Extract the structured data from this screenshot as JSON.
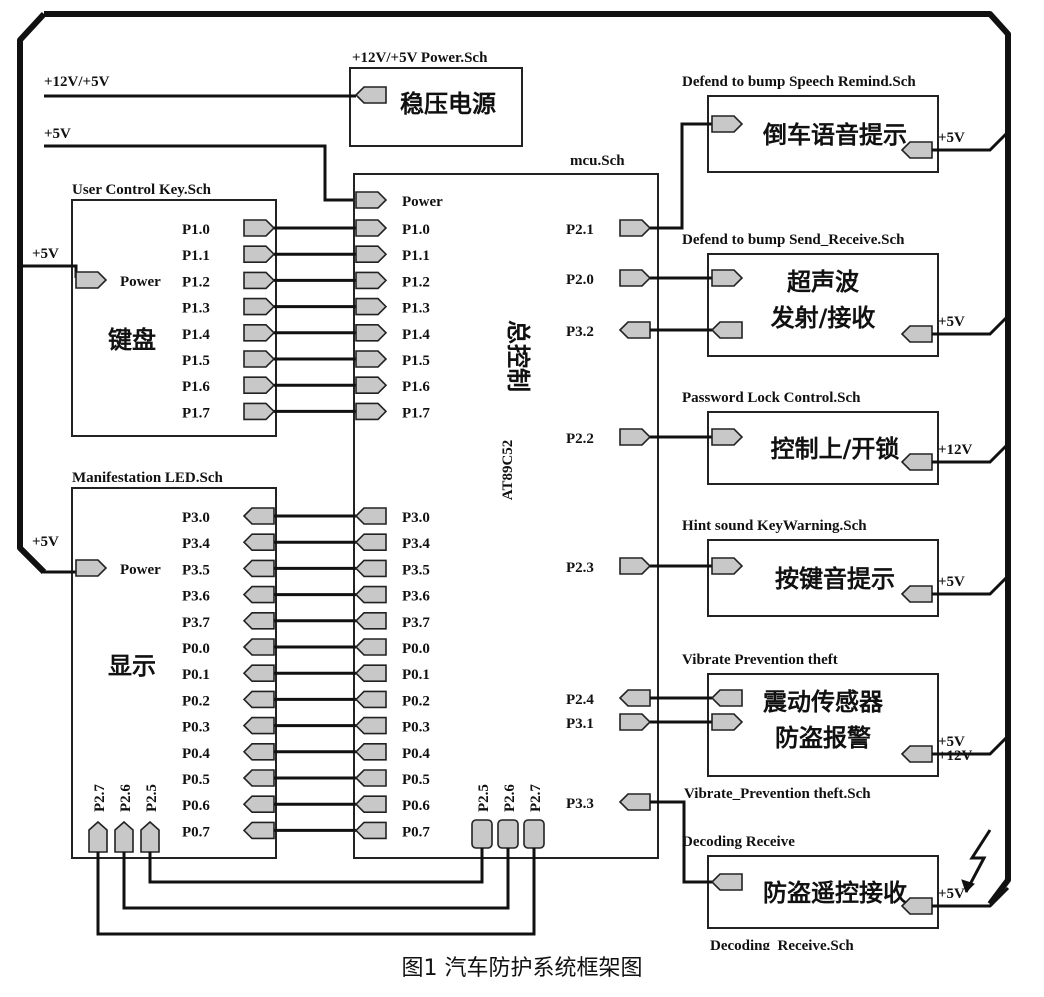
{
  "caption": "图1 汽车防护系统框架图",
  "rails": {
    "v12_5": "+12V/+5V",
    "v5_top": "+5V",
    "v5_keyboard": "+5V",
    "v5_led": "+5V"
  },
  "power_block": {
    "header": "+12V/+5V  Power.Sch",
    "title": "稳压电源"
  },
  "mcu": {
    "header": "mcu.Sch",
    "power_label": "Power",
    "title_cn": "总控制",
    "chip": "AT89C52",
    "left_in": [
      "P1.0",
      "P1.1",
      "P1.2",
      "P1.3",
      "P1.4",
      "P1.5",
      "P1.6",
      "P1.7"
    ],
    "left_out": [
      "P3.0",
      "P3.4",
      "P3.5",
      "P3.6",
      "P3.7",
      "P0.0",
      "P0.1",
      "P0.2",
      "P0.3",
      "P0.4",
      "P0.5",
      "P0.6",
      "P0.7"
    ],
    "bottom": [
      "P2.5",
      "P2.6",
      "P2.7"
    ],
    "right": [
      "P2.1",
      "P2.0",
      "P3.2",
      "P2.2",
      "P2.3",
      "P2.4",
      "P3.1",
      "P3.3"
    ]
  },
  "keyboard": {
    "header": "User Control   Key.Sch",
    "power_label": "Power",
    "title": "键盘",
    "pins": [
      "P1.0",
      "P1.1",
      "P1.2",
      "P1.3",
      "P1.4",
      "P1.5",
      "P1.6",
      "P1.7"
    ]
  },
  "led": {
    "header": "Manifestation  LED.Sch",
    "power_label": "Power",
    "title": "显示",
    "pins": [
      "P3.0",
      "P3.4",
      "P3.5",
      "P3.6",
      "P3.7",
      "P0.0",
      "P0.1",
      "P0.2",
      "P0.3",
      "P0.4",
      "P0.5",
      "P0.6",
      "P0.7"
    ],
    "bottom": [
      "P2.7",
      "P2.6",
      "P2.5"
    ]
  },
  "modules": [
    {
      "header": "Defend to bump   Speech Remind.Sch",
      "title": "倒车语音提示",
      "power": "+5V"
    },
    {
      "header": "Defend to bump   Send_Receive.Sch",
      "title": "超声波",
      "title2": "发射/接收",
      "power": "+5V"
    },
    {
      "header": "Password  Lock          Control.Sch",
      "title": "控制上/开锁",
      "power": "+12V"
    },
    {
      "header": "Hint sound        KeyWarning.Sch",
      "title": "按键音提示",
      "power": "+5V"
    },
    {
      "header": "Vibrate  Prevention theft",
      "footer": "Vibrate_Prevention theft.Sch",
      "title": "震动传感器",
      "title2": "防盗报警",
      "power": "+5V",
      "power2": "+12V"
    },
    {
      "header": "Decoding  Receive",
      "footer": "Decoding_Receive.Sch",
      "title": "防盗遥控接收",
      "power": "+5V"
    }
  ]
}
